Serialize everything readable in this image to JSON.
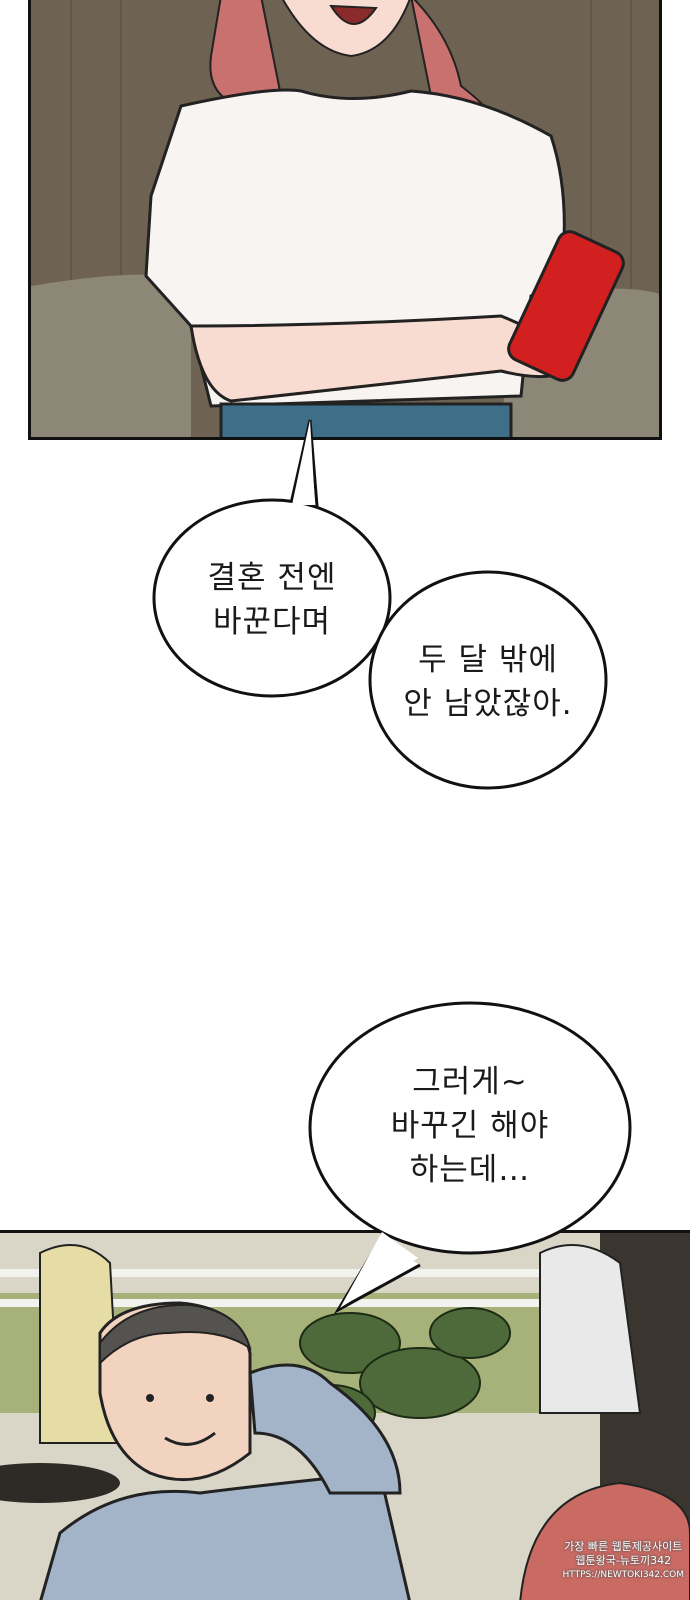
{
  "panel_top": {
    "description_colors": {
      "wall": "#6e6253",
      "shirt": "#f7f4f1",
      "hair": "#c9716e",
      "phone": "#d21f1f",
      "sofa": "#8d8777",
      "jeans": "#3f6f88"
    }
  },
  "bubbles": [
    {
      "lines": [
        "결혼 전엔",
        "바꾼다며"
      ]
    },
    {
      "lines": [
        "두 달 밖에",
        "안 남았잖아."
      ]
    },
    {
      "lines": [
        "그러게~",
        "바꾸긴 해야",
        "하는데…"
      ]
    }
  ],
  "watermark": {
    "line1": "가장 빠른 웹툰제공사이트",
    "line2": "웹툰왕국-뉴토끼342",
    "url": "HTTPS://NEWTOKI342.COM"
  }
}
